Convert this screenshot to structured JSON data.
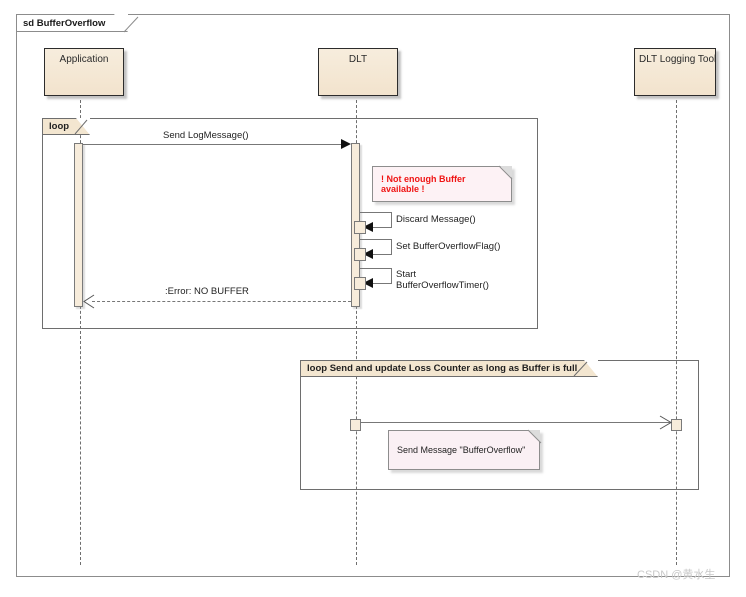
{
  "diagram": {
    "frame_title": "sd BufferOverflow",
    "watermark": "CSDN @黄水生",
    "colors": {
      "actor_fill": "#f5e8d5",
      "activation_fill": "#f7ecdb",
      "fragment_label_fill": "#f3e6d0",
      "note_fill": "#faf0f4",
      "alert_text": "#f01414",
      "line": "#777777",
      "border": "#6e6e6e"
    }
  },
  "lifelines": [
    {
      "name": "Application",
      "label": "Application"
    },
    {
      "name": "DLT",
      "label": "DLT"
    },
    {
      "name": "DLT Logging Tool",
      "label": "DLT Logging Tool"
    }
  ],
  "fragments": [
    {
      "operator": "loop",
      "label": "loop",
      "guard": ""
    },
    {
      "operator": "loop",
      "label": "loop Send and update Loss Counter as long as Buffer is full",
      "guard": "Send and update Loss Counter as long as Buffer is full"
    }
  ],
  "messages": [
    {
      "id": "m1",
      "label": "Send LogMessage()",
      "from": "Application",
      "to": "DLT",
      "kind": "sync"
    },
    {
      "id": "m2",
      "label": "Discard Message()",
      "from": "DLT",
      "to": "DLT",
      "kind": "self"
    },
    {
      "id": "m3",
      "label": "Set BufferOverflowFlag()",
      "from": "DLT",
      "to": "DLT",
      "kind": "self"
    },
    {
      "id": "m4",
      "label_line1": "Start",
      "label_line2": "BufferOverflowTimer()",
      "from": "DLT",
      "to": "DLT",
      "kind": "self"
    },
    {
      "id": "m5",
      "label": ":Error: NO BUFFER",
      "from": "DLT",
      "to": "Application",
      "kind": "return"
    },
    {
      "id": "m6",
      "label": "",
      "from": "DLT",
      "to": "DLT Logging Tool",
      "kind": "async"
    }
  ],
  "notes": [
    {
      "id": "n1",
      "text": "! Not enough Buffer available !",
      "style": "alert",
      "attached_to": "DLT"
    },
    {
      "id": "n2",
      "text": "Send Message \"BufferOverflow\"",
      "style": "normal",
      "attached_to": "DLT"
    }
  ]
}
